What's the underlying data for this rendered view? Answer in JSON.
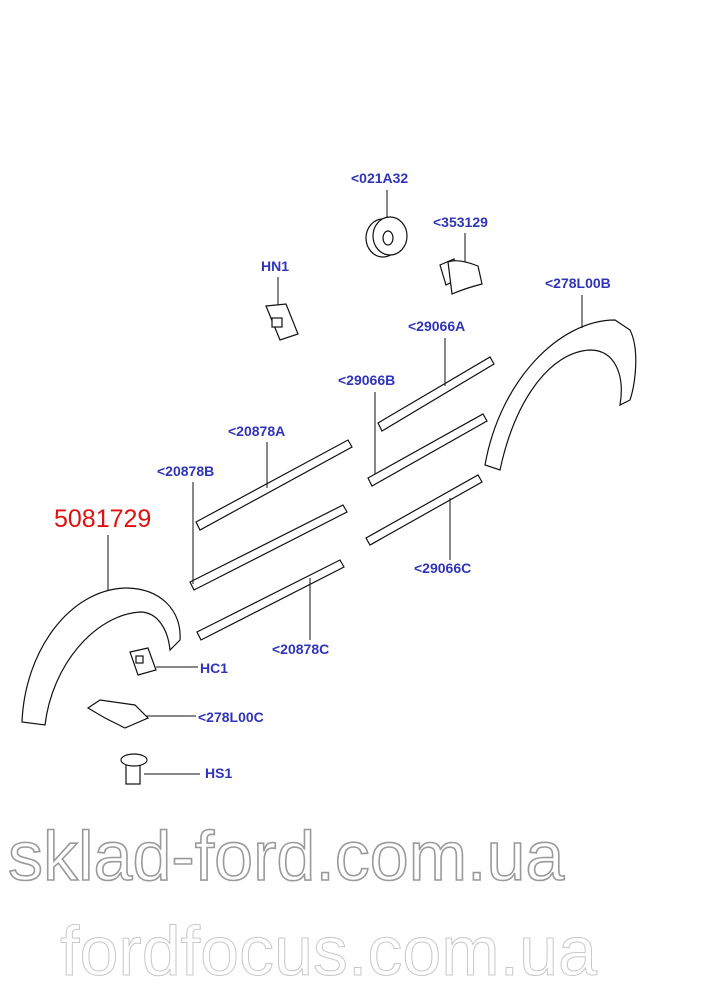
{
  "diagram": {
    "reference_number": "5081729",
    "parts": [
      {
        "id": "washer",
        "label": "<021A32"
      },
      {
        "id": "clip",
        "label": "<353129"
      },
      {
        "id": "nut-hn1",
        "label": "HN1"
      },
      {
        "id": "rear-wheel-arch-moulding",
        "label": "<278L00B"
      },
      {
        "id": "strip-29066a",
        "label": "<29066A"
      },
      {
        "id": "strip-29066b",
        "label": "<29066B"
      },
      {
        "id": "strip-20878a",
        "label": "<20878A"
      },
      {
        "id": "strip-20878b",
        "label": "<20878B"
      },
      {
        "id": "strip-29066c",
        "label": "<29066C"
      },
      {
        "id": "strip-20878c",
        "label": "<20878C"
      },
      {
        "id": "nut-hc1",
        "label": "HC1"
      },
      {
        "id": "bracket-278l00c",
        "label": "<278L00C"
      },
      {
        "id": "screw-hs1",
        "label": "HS1"
      }
    ]
  },
  "watermarks": {
    "main": "sklad-ford.com.ua",
    "diagonal": "fordfocus.com.ua"
  },
  "colors": {
    "label": "#2f35b8",
    "reference": "#e01010"
  }
}
